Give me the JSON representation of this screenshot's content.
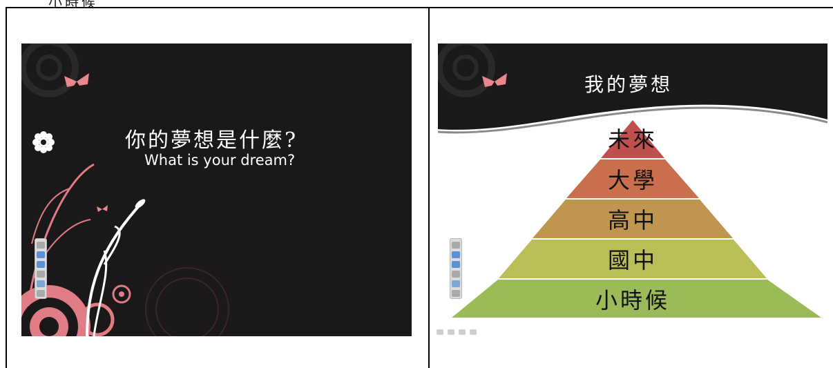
{
  "top_fragment": "小時候",
  "slide1": {
    "title": "你的夢想是什麼?",
    "subtitle": "What is your dream?"
  },
  "slide2": {
    "title": "我的夢想",
    "pyramid": [
      {
        "label": "未來",
        "color": "#c0504d"
      },
      {
        "label": "大學",
        "color": "#c96f4e"
      },
      {
        "label": "高中",
        "color": "#c0964f"
      },
      {
        "label": "國中",
        "color": "#b9bf56"
      },
      {
        "label": "小時候",
        "color": "#9bbb59"
      }
    ]
  },
  "colors": {
    "slide_bg": "#1a1818",
    "butterfly": "#e8878e",
    "swirl_pink": "#e07c86"
  },
  "icons": {
    "butterfly": "butterfly-icon",
    "flower": "flower-icon",
    "next": "arrow-right-icon",
    "prev": "arrow-left-icon",
    "pen": "pen-icon",
    "menu": "menu-icon"
  }
}
